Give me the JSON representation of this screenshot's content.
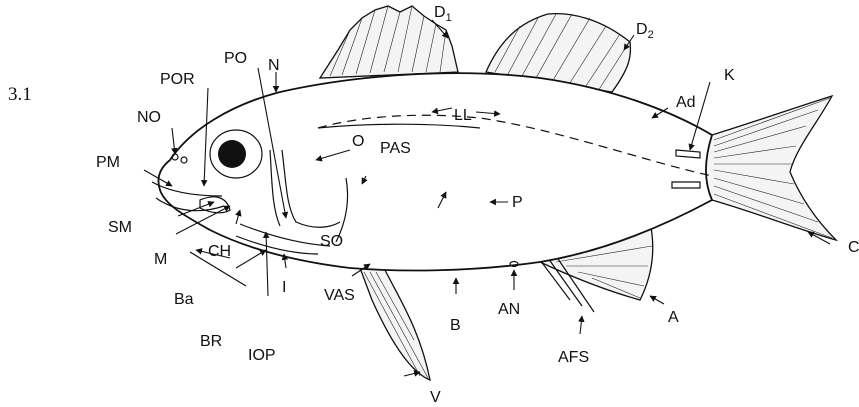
{
  "figure_number": "3.1",
  "labels": {
    "D1": "D",
    "D1_sub": "1",
    "D2": "D",
    "D2_sub": "2",
    "N": "N",
    "PO": "PO",
    "POR": "POR",
    "NO": "NO",
    "PM": "PM",
    "SM": "SM",
    "M": "M",
    "CH": "CH",
    "Ba": "Ba",
    "BR": "BR",
    "IOP": "IOP",
    "I": "I",
    "VAS": "VAS",
    "V": "V",
    "B": "B",
    "AN": "AN",
    "AFS": "AFS",
    "A": "A",
    "C": "C",
    "K": "K",
    "Ad": "Ad",
    "LL": "LL",
    "O": "O",
    "PAS": "PAS",
    "P": "P",
    "SO": "SO"
  }
}
